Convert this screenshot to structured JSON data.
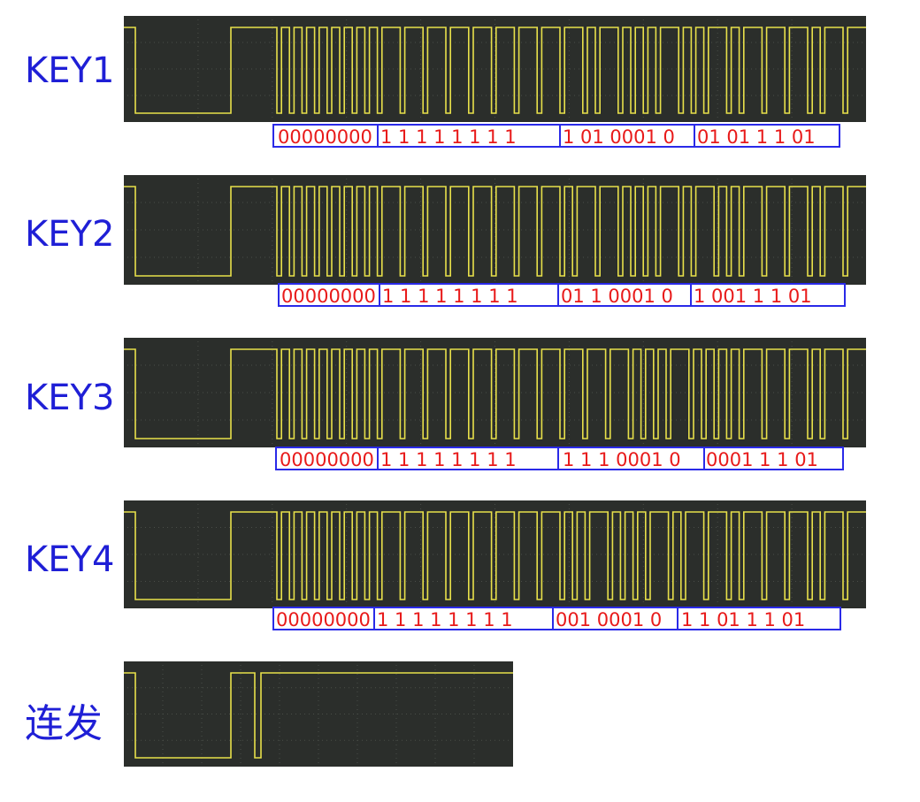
{
  "rows": [
    {
      "label": "KEY1",
      "groups": [
        "00000000",
        "1 1 1 1 1 1 1 1",
        "1 01 0001 0",
        "01 01 1 1 01"
      ],
      "bit_sequence": "00000000111111111010001001011101"
    },
    {
      "label": "KEY2",
      "groups": [
        "00000000",
        "1 1 1 1 1 1 1 1",
        "01 1 0001 0",
        "1 001 1 1 01"
      ],
      "bit_sequence": "00000000111111110110001010011101"
    },
    {
      "label": "KEY3",
      "groups": [
        "00000000",
        "1 1 1 1 1 1 1 1",
        "1 1 1 0001 0",
        "0001 1 1 01"
      ],
      "bit_sequence": "00000000111111111110001000011101"
    },
    {
      "label": "KEY4",
      "groups": [
        "00000000",
        "1 1 1 1 1 1 1 1",
        "001 0001 0",
        "1 1 01 1 1 01"
      ],
      "bit_sequence": "00000000111111110010001011011101"
    }
  ],
  "repeat": {
    "label": "连发"
  },
  "colors": {
    "label": "#1f1fd6",
    "bits": "#e81a1a",
    "box": "#2a2ae8",
    "trace": "#e8e04a",
    "scope_background": "#2b2e2b",
    "page_background": "#ffffff"
  }
}
